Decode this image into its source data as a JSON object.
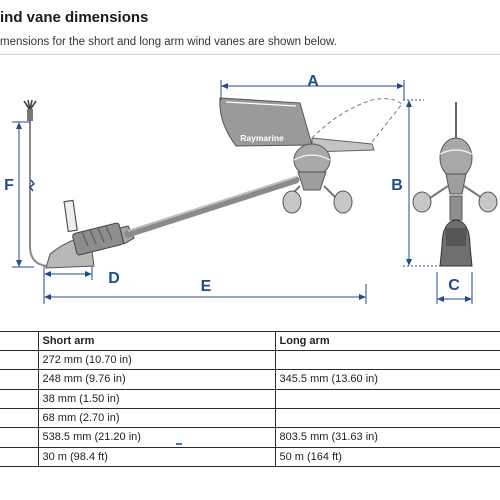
{
  "heading": {
    "title": "ind vane dimensions",
    "subtitle": "mensions for the short and long arm wind vanes are shown below."
  },
  "diagram": {
    "brand": "Raymarine",
    "labels": {
      "a": "A",
      "b": "B",
      "c": "C",
      "d": "D",
      "e": "E",
      "f": "F"
    },
    "colors": {
      "dimension": "#1f4e8c",
      "body": "#9a9a9a",
      "dark": "#555555"
    }
  },
  "table": {
    "headers": [
      "",
      "Short arm",
      "Long arm"
    ],
    "rows": [
      [
        "",
        "272 mm (10.70 in)",
        ""
      ],
      [
        "",
        "248 mm (9.76 in)",
        "345.5 mm (13.60 in)"
      ],
      [
        "",
        "38 mm (1.50 in)",
        ""
      ],
      [
        "",
        "68 mm (2.70 in)",
        ""
      ],
      [
        "",
        "538.5 mm (21.20 in)",
        "803.5 mm (31.63 in)"
      ],
      [
        "",
        "30 m (98.4 ft)",
        "50 m (164 ft)"
      ]
    ]
  }
}
